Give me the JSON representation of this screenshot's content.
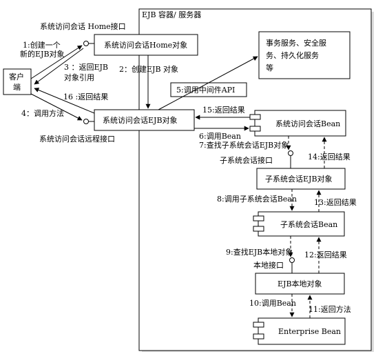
{
  "container": {
    "title": "EJB 容器/ 服务器"
  },
  "client": {
    "line1": "客户",
    "line2": "端"
  },
  "boxes": {
    "home_object": "系统访问会话Home对象",
    "ejb_object": "系统访问会话EJB对象",
    "bean": "系统访问会话Bean",
    "sub_ejb_object": "子系统会话EJB对象",
    "sub_bean": "子系统会话Bean",
    "local_object": "EJB本地对象",
    "enterprise_bean": "Enterprise Bean",
    "middleware_api": "5:调用中间件API",
    "services": [
      "事务服务、安全服",
      "务、持久化服务",
      "等"
    ]
  },
  "interfaces": {
    "home": "系统访问会话 Home接口",
    "remote": "系统访问会话远程接口",
    "sub": "子系统会话接口",
    "local": "本地接口"
  },
  "messages": {
    "m1": [
      "1:创建一个",
      "新的EJB对象"
    ],
    "m2": "2：创建EJB 对象",
    "m3": [
      "3 ：返回EJB",
      "对象引用"
    ],
    "m4": "4：调用方法",
    "m6": "6:调用Bean",
    "m7": "7:查找子系统会话EJB对象",
    "m8": "8:调用子系统会话Bean",
    "m9": "9:查找EJB本地对象",
    "m10": "10:调用Bean",
    "m11": "11:返回方法",
    "m12": "12:返回结果",
    "m13": "13:返回结果",
    "m14": "14:返回结果",
    "m15": "15:返回结果",
    "m16": "16 :返回结果"
  }
}
